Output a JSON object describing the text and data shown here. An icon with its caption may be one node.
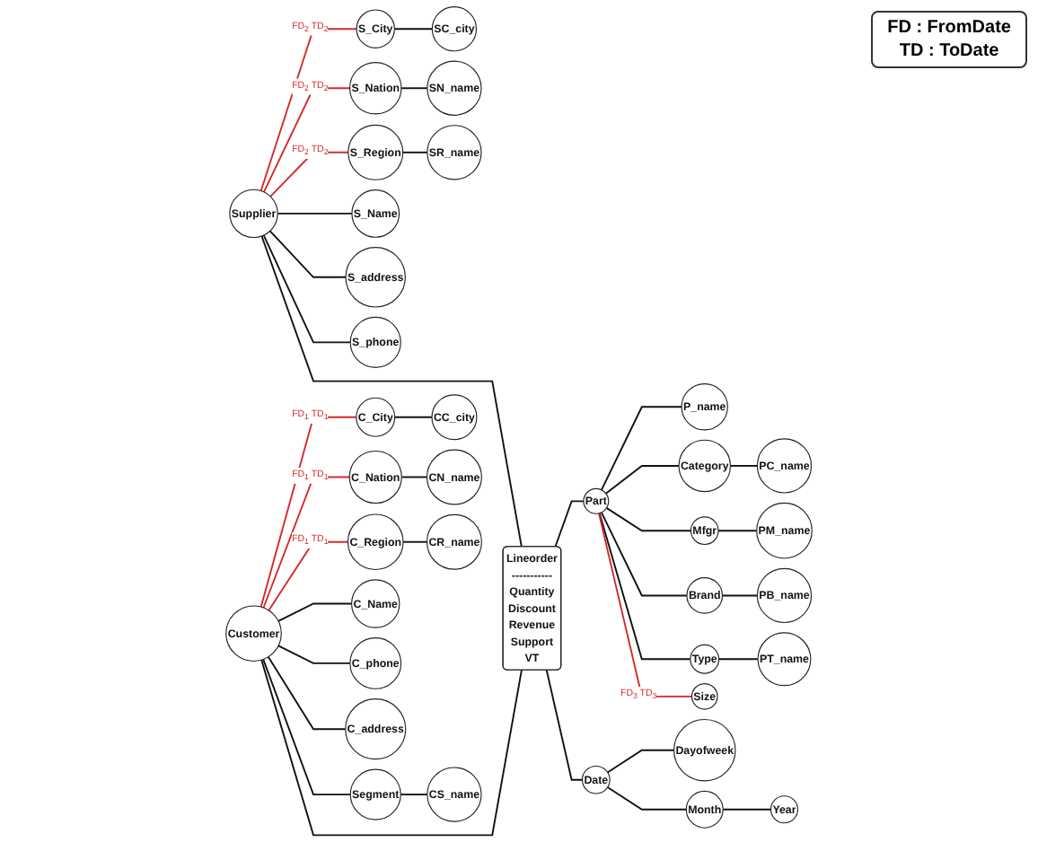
{
  "diagram": {
    "nodes": [
      {
        "text": [
          "SN_name"
        ]
      },
      {
        "text": [
          "SC_city"
        ]
      },
      {
        "text": [
          "S_Nation"
        ]
      },
      {
        "text": [
          "SR_name"
        ]
      },
      {
        "text": [
          "S_City"
        ]
      },
      {
        "text": [
          "S_Region"
        ]
      },
      {
        "text": [
          "S_Name"
        ]
      },
      {
        "text": [
          "Supplier"
        ]
      },
      {
        "text": [
          "S_address"
        ]
      },
      {
        "text": [
          "S_phone"
        ]
      },
      {
        "text": [
          "CC_city"
        ]
      },
      {
        "text": [
          "PC_name"
        ]
      },
      {
        "text": [
          "C_City"
        ]
      },
      {
        "text": [
          "C_Name"
        ]
      },
      {
        "text": [
          "Category"
        ]
      },
      {
        "text": [
          "P_name"
        ]
      },
      {
        "text": [
          "PM_name"
        ]
      },
      {
        "text": [
          "CN_name"
        ]
      },
      {
        "text": [
          "C_Nation"
        ]
      },
      {
        "text": [
          "Lineorder",
          "-----------",
          "Quantity",
          "Discount",
          "Revenue",
          "Support",
          "VT"
        ]
      },
      {
        "text": [
          "Mfgr"
        ]
      },
      {
        "text": [
          "Customer"
        ]
      },
      {
        "text": [
          "Part"
        ]
      },
      {
        "text": [
          "C_Region"
        ]
      },
      {
        "text": [
          "C_phone"
        ]
      },
      {
        "text": [
          "Brand"
        ]
      },
      {
        "text": [
          "CR_name"
        ]
      },
      {
        "text": [
          "C_address"
        ]
      },
      {
        "text": [
          "Size"
        ]
      },
      {
        "text": [
          "PB_name"
        ]
      },
      {
        "text": [
          "Segment"
        ]
      },
      {
        "text": [
          "Date"
        ]
      },
      {
        "text": [
          "Dayofweek"
        ]
      },
      {
        "text": [
          "Type"
        ]
      },
      {
        "text": [
          "CS_name"
        ]
      },
      {
        "text": [
          "PT_name"
        ]
      },
      {
        "text": [
          "Month"
        ]
      },
      {
        "text": [
          "Year"
        ]
      }
    ],
    "edges": [
      {
        "from": 2,
        "to": 0,
        "arrow": "none"
      },
      {
        "from": 4,
        "to": 1,
        "arrow": "none"
      },
      {
        "from": 5,
        "to": 3,
        "arrow": "none"
      },
      {
        "from": 7,
        "to": 4,
        "arrow": "none",
        "label": "FD$_{2}$ TD$_{2}$",
        "color": "#d42a2a"
      },
      {
        "from": 7,
        "to": 2,
        "arrow": "none",
        "label": "FD$_{2}$ TD$_{2}$",
        "color": "#d42a2a"
      },
      {
        "from": 7,
        "to": 5,
        "arrow": "none",
        "label": "FD$_{2}$ TD$_{2}$",
        "color": "#d42a2a"
      },
      {
        "from": 7,
        "to": 6,
        "arrow": "none"
      },
      {
        "from": 7,
        "to": 8,
        "arrow": "none"
      },
      {
        "from": 7,
        "to": 9,
        "arrow": "none"
      },
      {
        "from": 7,
        "to": 19,
        "arrow": "none"
      },
      {
        "from": 12,
        "to": 10,
        "arrow": "none"
      },
      {
        "from": 18,
        "to": 17,
        "arrow": "none"
      },
      {
        "from": 23,
        "to": 26,
        "arrow": "none"
      },
      {
        "from": 21,
        "to": 12,
        "arrow": "none",
        "label": "FD$_{1}$ TD$_{1}$",
        "color": "#d42a2a"
      },
      {
        "from": 21,
        "to": 18,
        "arrow": "none",
        "label": "FD$_{1}$ TD$_{1}$",
        "color": "#d42a2a"
      },
      {
        "from": 21,
        "to": 23,
        "arrow": "none",
        "label": "FD$_{1}$ TD$_{1}$",
        "color": "#d42a2a"
      },
      {
        "from": 21,
        "to": 13,
        "arrow": "none"
      },
      {
        "from": 21,
        "to": 24,
        "arrow": "none"
      },
      {
        "from": 21,
        "to": 27,
        "arrow": "none"
      },
      {
        "from": 21,
        "to": 30,
        "arrow": "none"
      },
      {
        "from": 30,
        "to": 34,
        "arrow": "none"
      },
      {
        "from": 21,
        "to": 19,
        "arrow": "none"
      },
      {
        "from": 19,
        "to": 22,
        "arrow": "none"
      },
      {
        "from": 19,
        "to": 31,
        "arrow": "none"
      },
      {
        "from": 31,
        "to": 32,
        "arrow": "none"
      },
      {
        "from": 31,
        "to": 36,
        "arrow": "none"
      },
      {
        "from": 36,
        "to": 37,
        "arrow": "none"
      },
      {
        "from": 22,
        "to": 15,
        "arrow": "none"
      },
      {
        "from": 22,
        "to": 14,
        "arrow": "none"
      },
      {
        "from": 22,
        "to": 20,
        "arrow": "none"
      },
      {
        "from": 22,
        "to": 25,
        "arrow": "none"
      },
      {
        "from": 22,
        "to": 33,
        "arrow": "none"
      },
      {
        "from": 22,
        "to": 28,
        "arrow": "none",
        "label": "FD$_{3}$ TD$_{3}$",
        "color": "#d42a2a"
      },
      {
        "from": 14,
        "to": 11,
        "arrow": "none"
      },
      {
        "from": 20,
        "to": 16,
        "arrow": "none"
      },
      {
        "from": 25,
        "to": 29,
        "arrow": "none"
      },
      {
        "from": 33,
        "to": 35,
        "arrow": "none"
      }
    ],
    "labels": [
      "FD : FromDate",
      "TD : ToDate"
    ]
  }
}
